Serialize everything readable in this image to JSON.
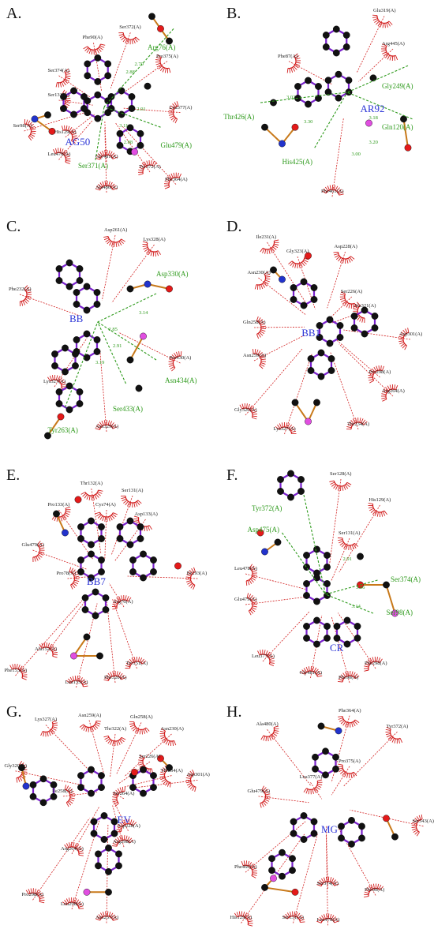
{
  "panels": [
    {
      "letter": "A.",
      "ligand": "AG50",
      "hbond_residues": [
        "Arg76(A)",
        "Glu479(A)",
        "Ser371(A)"
      ],
      "residues": [
        "Phe90(A)",
        "Ser372(A)",
        "Pro375(A)",
        "Ser374(A)",
        "Ser131(A)",
        "Ser98(A)",
        "His129(A)",
        "Leu478(A)",
        "Gly481(A)",
        "Leu377(A)",
        "Tyr372(A)",
        "Ala480(A)",
        "Phe364(A)"
      ],
      "distances": [
        "2.88",
        "2.70",
        "2.91",
        "3.11",
        "2.88"
      ]
    },
    {
      "letter": "B.",
      "ligand": "AR92",
      "hbond_residues": [
        "Thr426(A)",
        "Gly249(A)",
        "Gln120(A)",
        "His425(A)"
      ],
      "residues": [
        "Glu319(A)",
        "Arg445(A)",
        "Phe87(A)",
        "Phe461(A)"
      ],
      "distances": [
        "3.02",
        "3.30",
        "3.18",
        "3.20",
        "3.00"
      ]
    },
    {
      "letter": "C.",
      "ligand": "BB",
      "hbond_residues": [
        "Asp330(A)",
        "Asn434(A)",
        "Ser433(A)",
        "Tyr263(A)"
      ],
      "residues": [
        "Asp261(A)",
        "Lys328(A)",
        "Phe232(A)",
        "Pro430(A)",
        "Lys327(A)",
        "Asn329(A)"
      ],
      "distances": [
        "3.14",
        "2.85",
        "2.91",
        "3.19"
      ]
    },
    {
      "letter": "D.",
      "ligand": "BB1",
      "hbond_residues": [],
      "residues": [
        "Ile231(A)",
        "Gly323(A)",
        "Asp228(A)",
        "Asn230(A)",
        "Ser226(A)",
        "Ala321(A)",
        "Gln258(A)",
        "Asp301(A)",
        "Asn259(A)",
        "Pro298(A)",
        "Arg264(A)",
        "Gly320(A)",
        "Lys327(A)",
        "Thr234(A)"
      ],
      "distances": []
    },
    {
      "letter": "E.",
      "ligand": "BB7",
      "hbond_residues": [],
      "residues": [
        "Thr132(A)",
        "Ser131(A)",
        "Pro133(A)",
        "Cys74(A)",
        "Asp133(A)",
        "Glu479(A)",
        "Pro78(A)",
        "Ile293(A)",
        "Arg76(A)",
        "Ala152(A)",
        "Phe153(A)",
        "Tyr151(A)",
        "Leu155(A)",
        "Phe320(A)"
      ],
      "distances": []
    },
    {
      "letter": "F.",
      "ligand": "CR",
      "hbond_residues": [
        "Tyr372(A)",
        "Asp475(A)",
        "Ser374(A)",
        "Ser98(A)"
      ],
      "residues": [
        "Ser128(A)",
        "His129(A)",
        "Ser131(A)",
        "Leu478(A)",
        "Glu479(A)",
        "Leu377(A)",
        "Gly481(A)",
        "Phe90(A)",
        "Phe298(A)"
      ],
      "distances": [
        "2.91",
        "3.06",
        "3.14"
      ]
    },
    {
      "letter": "G.",
      "ligand": "EV",
      "hbond_residues": [],
      "residues": [
        "Lys327(A)",
        "Asn259(A)",
        "Gln258(A)",
        "Thr322(A)",
        "Asn230(A)",
        "Gly320(A)",
        "Ser226(A)",
        "Thr234(A)",
        "Asp301(A)",
        "Ile258(A)",
        "Ser264(A)",
        "Asp228(A)",
        "Arg264(A)",
        "Arg298(A)",
        "Pro298(A)",
        "Leu298(A)",
        "Asn257(A)"
      ],
      "distances": []
    },
    {
      "letter": "H.",
      "ligand": "MG",
      "hbond_residues": [],
      "residues": [
        "Phe364(A)",
        "Tyr372(A)",
        "Ala480(A)",
        "Pro375(A)",
        "Leu377(A)",
        "Glu479(A)",
        "Ser343(A)",
        "Phe466(A)",
        "Ser374(A)",
        "Phe90(A)",
        "His129(A)",
        "Ser131(A)",
        "Leu478(A)"
      ],
      "distances": []
    }
  ],
  "colors": {
    "carbon": "#111111",
    "oxygen": "#e41a1a",
    "nitrogen": "#2233cc",
    "sulfur": "#e7e71a",
    "halogen": "#e04ee0",
    "ligand_bond": "#7a22cc",
    "residue_bond": "#c8791a",
    "hydrophobic": "#d21f1f",
    "hbond": "#2e9a1c",
    "ligand_label": "#2b34d6"
  }
}
